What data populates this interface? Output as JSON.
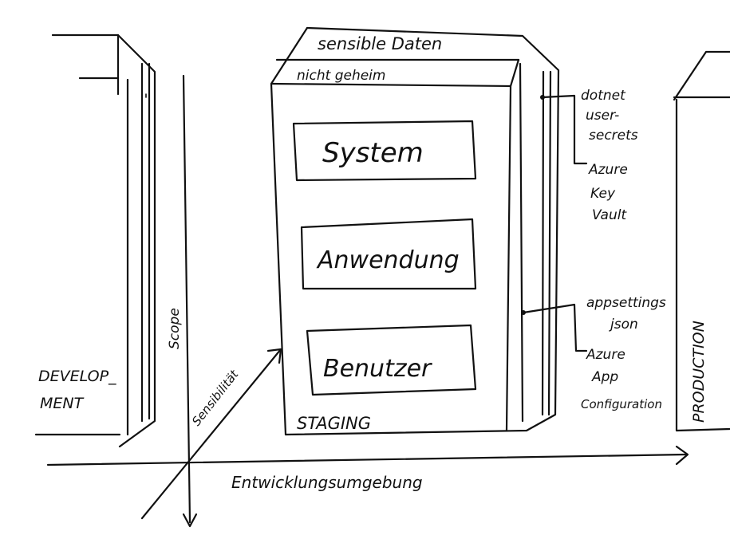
{
  "colors": {
    "ink": "#111111",
    "paper": "#ffffff"
  },
  "boxes": {
    "top_label": "sensible Daten",
    "front_label": "nicht geheim",
    "system": "System",
    "anwendung": "Anwendung",
    "benutzer": "Benutzer",
    "staging": "STAGING"
  },
  "sources": {
    "dotnet": [
      "dotnet",
      "user-",
      "secrets"
    ],
    "keyvault": [
      "Azure",
      "Key",
      "Vault"
    ],
    "appsettings": [
      "appsettings",
      "json"
    ],
    "appconfig": [
      "Azure",
      "App",
      "Configuration"
    ]
  },
  "environments": {
    "development": [
      "DEVELOP_",
      "MENT"
    ],
    "production": "PRODUCTION"
  },
  "axes": {
    "scope": "Scope",
    "sensibilitaet": "Sensibilität",
    "entwicklungsumgebung": "Entwicklungsumgebung"
  }
}
